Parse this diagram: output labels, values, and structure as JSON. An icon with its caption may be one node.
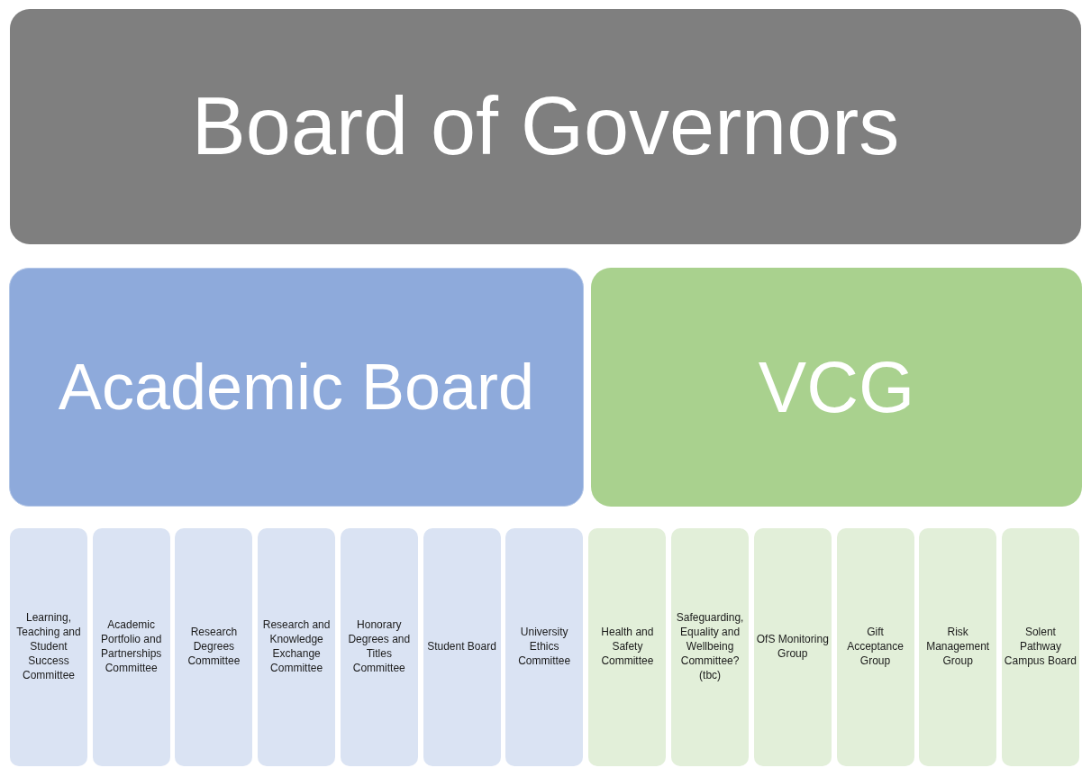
{
  "diagram": {
    "nodes": [
      {
        "text": [
          "Board of Governors"
        ]
      },
      {
        "text": [
          "Academic Board"
        ]
      },
      {
        "text": [
          "VCG"
        ]
      },
      {
        "text": [
          "Learning, Teaching and Student Success Committee"
        ]
      },
      {
        "text": [
          "Academic Portfolio and Partnerships Committee"
        ]
      },
      {
        "text": [
          "Research Degrees Committee"
        ]
      },
      {
        "text": [
          "Research and Knowledge Exchange Committee"
        ]
      },
      {
        "text": [
          "Honorary Degrees and Titles Committee"
        ]
      },
      {
        "text": [
          "Student Board"
        ]
      },
      {
        "text": [
          "University Ethics Committee"
        ]
      },
      {
        "text": [
          "Health and Safety Committee"
        ]
      },
      {
        "text": [
          "Safeguarding, Equality and Wellbeing Committee? (tbc)"
        ]
      },
      {
        "text": [
          "OfS Monitoring Group"
        ]
      },
      {
        "text": [
          "Gift Acceptance Group"
        ]
      },
      {
        "text": [
          "Risk Management Group"
        ]
      },
      {
        "text": [
          "Solent Pathway Campus Board"
        ]
      }
    ]
  }
}
